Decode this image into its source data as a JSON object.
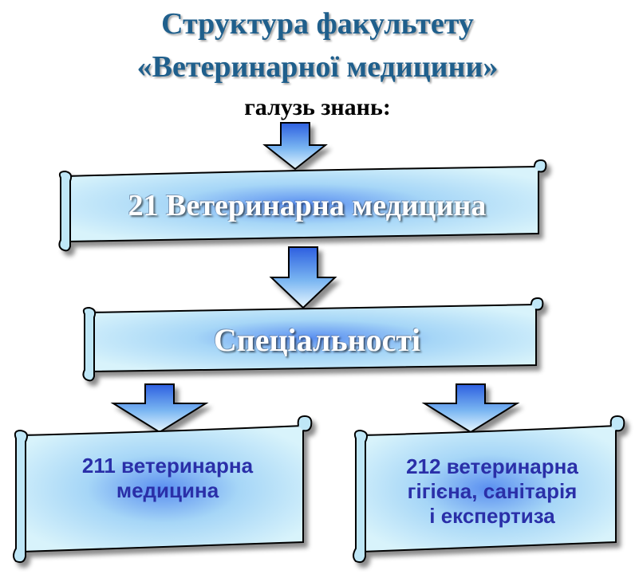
{
  "title_line1": "Структура факультету",
  "title_line2": "«Ветеринарної медицини»",
  "subtitle": "галузь знань:",
  "boxes": {
    "field": "21 Ветеринарна медицина",
    "specialties": "Спеціальності",
    "spec211": [
      "211 ветеринарна",
      "медицина"
    ],
    "spec212": [
      "212 ветеринарна",
      "гігієна, санітарія",
      "і експертиза"
    ]
  },
  "colors": {
    "title": "#1f5f8c",
    "box_fill": "#bfe7f7",
    "arrow_fill": "#3a6fe0",
    "spec_text": "#2a2fa8"
  }
}
